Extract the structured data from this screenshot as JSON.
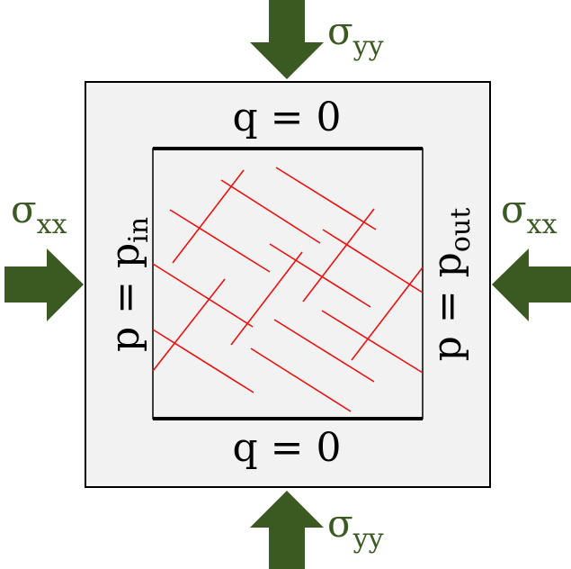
{
  "diagram": {
    "top_boundary": {
      "label": "q = 0"
    },
    "bottom_boundary": {
      "label": "q = 0"
    },
    "left_boundary": {
      "label": "p = ",
      "sub": "in"
    },
    "right_boundary": {
      "label": "p = ",
      "sub": "out"
    },
    "stress": {
      "symbol": "σ",
      "yy_sub": "yy",
      "xx_sub": "xx"
    },
    "colors": {
      "arrow": "#3b5a22",
      "fracture": "#ee1111",
      "outer_fill": "#f2f2f2",
      "outline": "#000000",
      "boundary": "#000000"
    }
  }
}
